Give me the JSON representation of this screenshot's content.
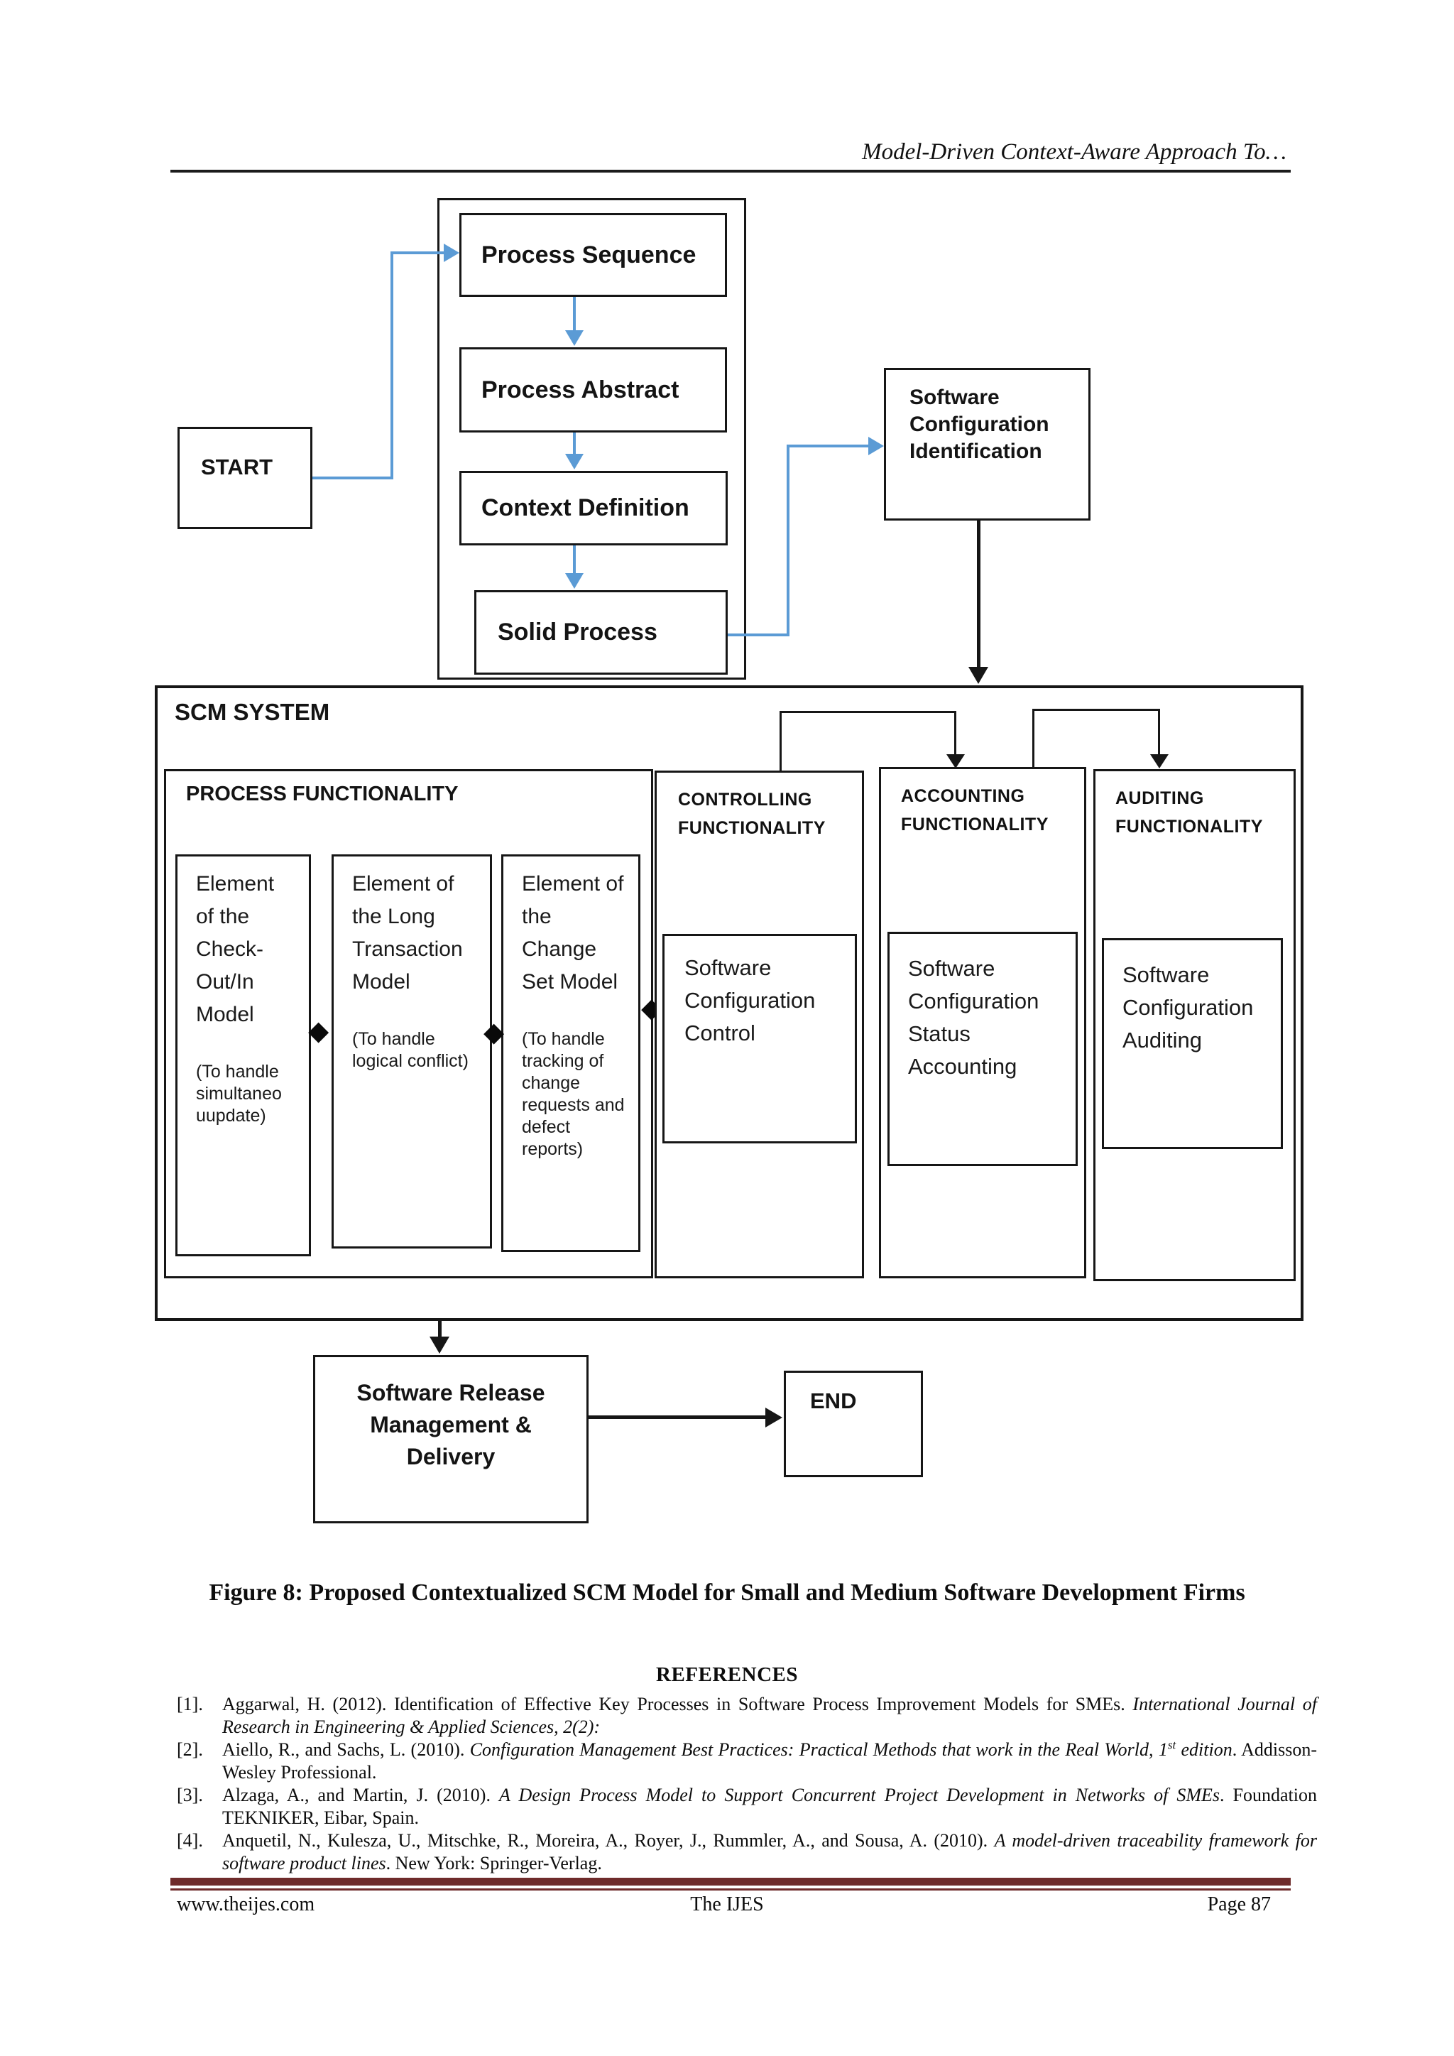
{
  "header": {
    "running_title": "Model-Driven Context-Aware Approach To…"
  },
  "flowchart": {
    "start_label": "START",
    "process_sequence_label": "Process Sequence",
    "process_abstract_label": "Process Abstract",
    "context_definition_label": "Context Definition",
    "solid_process_label": "Solid Process",
    "software_configuration_identification_label": "Software Configuration Identification",
    "scm_system_label": "SCM SYSTEM",
    "process_functionality_label": "PROCESS FUNCTIONALITY",
    "element_checkout": {
      "title": "Element of the Check-Out/In Model",
      "note": "(To handle simultaneo uupdate)"
    },
    "element_long_transaction": {
      "title": "Element of the Long Transaction Model",
      "note": "(To handle logical conflict)"
    },
    "element_change_set": {
      "title": "Element of the Change Set Model",
      "note": "(To handle tracking of change requests and defect reports)"
    },
    "controlling_functionality_label": "CONTROLLING FUNCTIONALITY",
    "software_configuration_control_label": "Software Configuration Control",
    "accounting_functionality_label": "ACCOUNTING FUNCTIONALITY",
    "software_configuration_status_accounting_label": "Software Configuration Status Accounting",
    "auditing_functionality_label": "AUDITING FUNCTIONALITY",
    "software_configuration_auditing_label": "Software Configuration Auditing",
    "software_release_label": "Software Release Management & Delivery",
    "end_label": "END"
  },
  "figure_caption": "Figure 8: Proposed Contextualized SCM Model for Small and Medium Software Development Firms",
  "references_heading": "REFERENCES",
  "references": [
    {
      "marker": "[1].",
      "text1": "Aggarwal, H. (2012). Identification of Effective Key Processes in Software Process Improvement Models for SMEs. ",
      "italic1": "International Journal of Research in Engineering & Applied Sciences, 2(2):"
    },
    {
      "marker": "[2].",
      "text1": "Aiello, R., and Sachs, L. (2010). ",
      "italic1": "Configuration Management Best Practices: Practical Methods that work in the Real World, 1",
      "sup": "st",
      "italic2": " edition",
      "text2": ". Addisson-Wesley Professional."
    },
    {
      "marker": "[3].",
      "text1": "Alzaga, A., and Martin, J. (2010). ",
      "italic1": "A Design Process Model to Support Concurrent Project Development in Networks of SMEs",
      "text2": ". Foundation TEKNIKER, Eibar, Spain."
    },
    {
      "marker": "[4].",
      "text1": "Anquetil, N., Kulesza, U., Mitschke, R., Moreira, A., Royer, J., Rummler, A., and Sousa, A. (2010). ",
      "italic1": "A model-driven traceability framework for software product lines",
      "text2": ". New York: Springer-Verlag."
    }
  ],
  "footer": {
    "site": "www.theijes.com",
    "journal": "The IJES",
    "page": "Page 87"
  },
  "colors": {
    "connector_blue": "#5b9bd5",
    "footer_maroon": "#6e2b2b",
    "line_black": "#161616"
  }
}
